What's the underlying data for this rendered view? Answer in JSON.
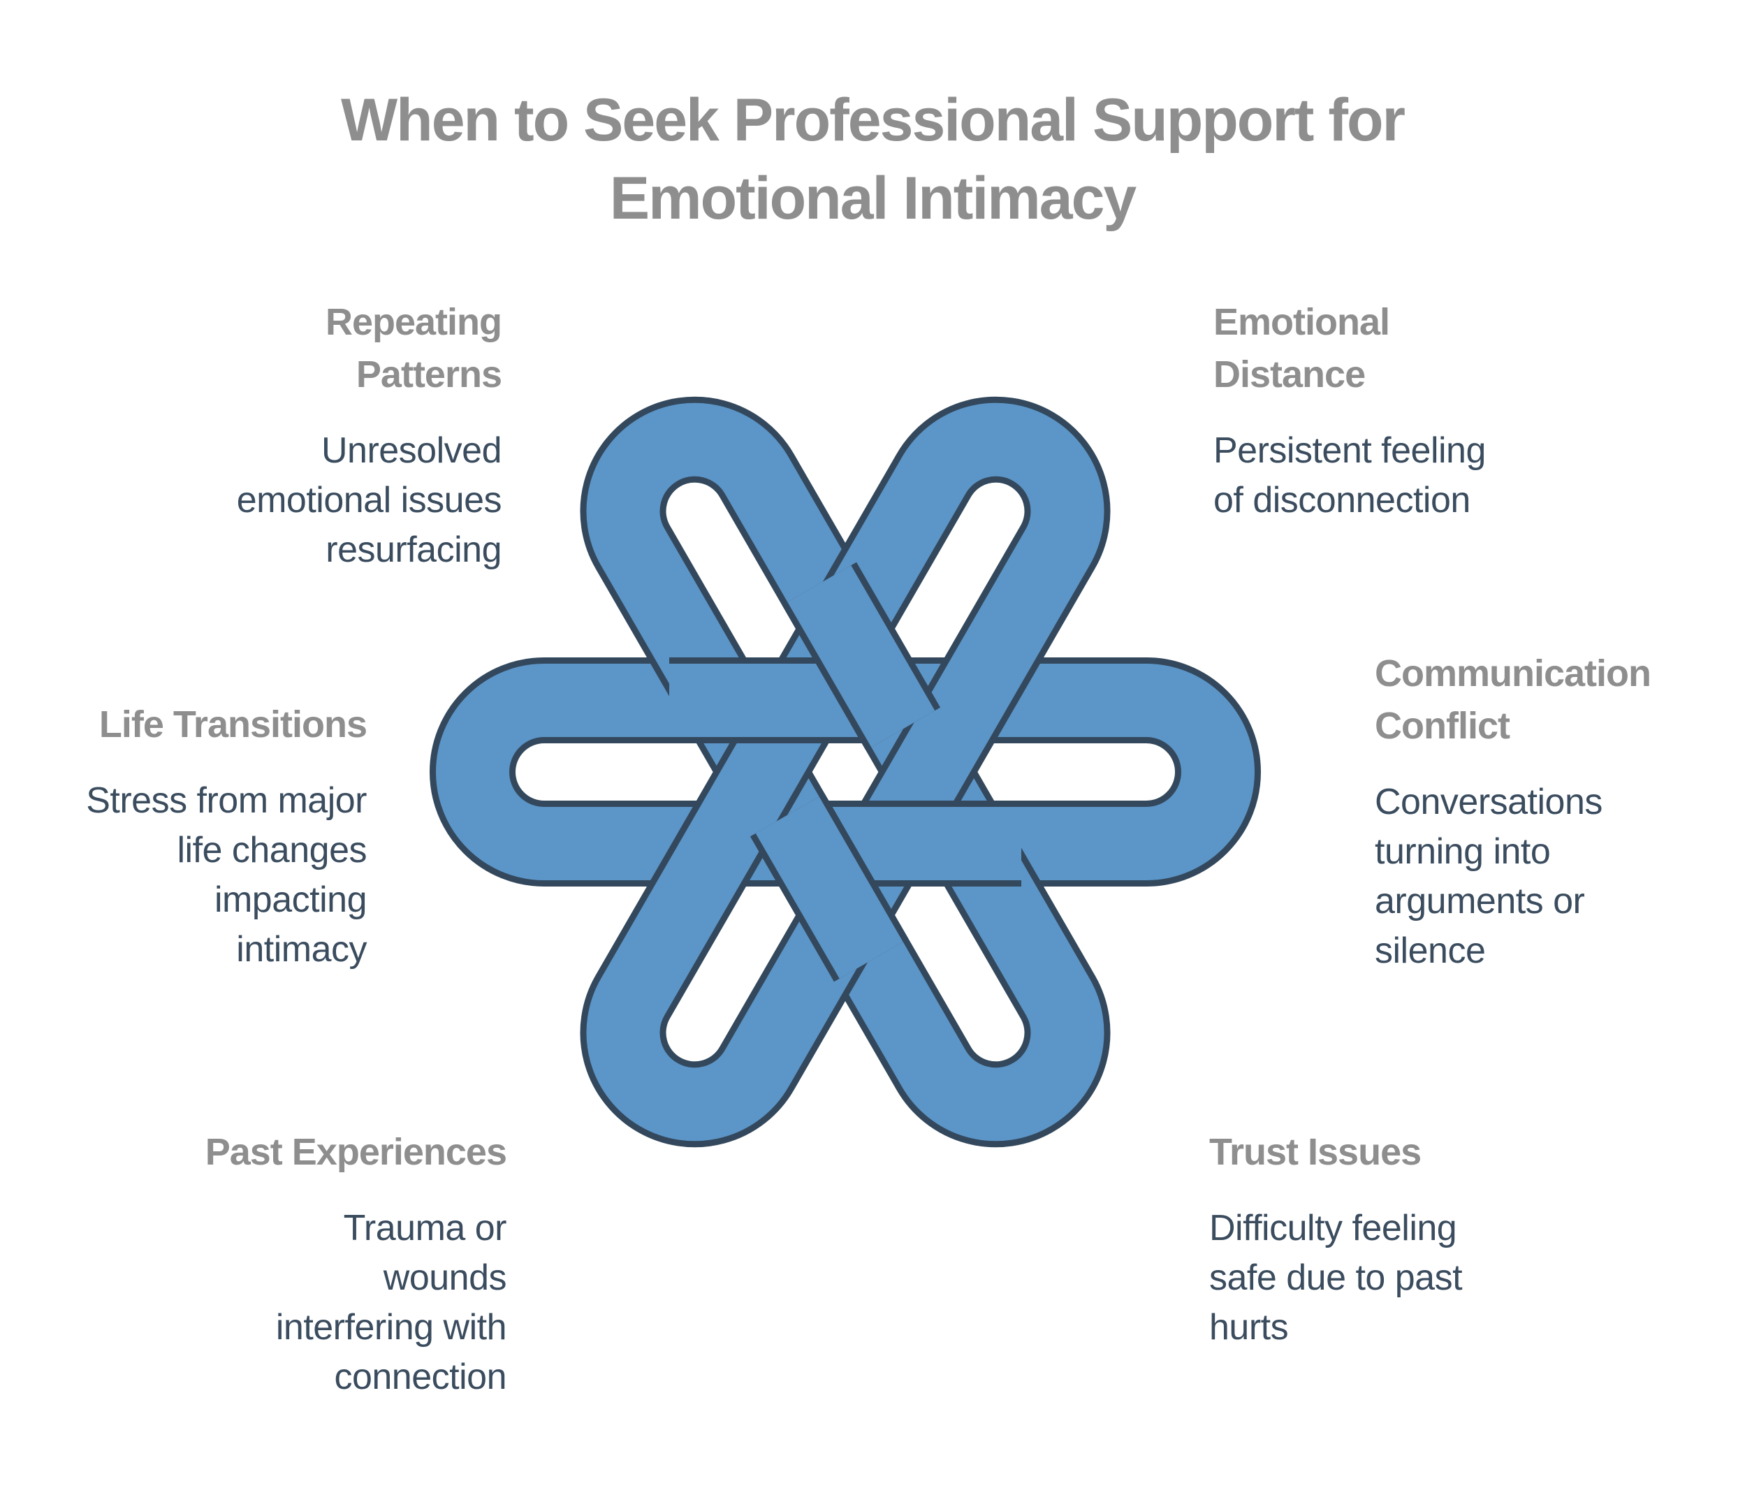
{
  "title": {
    "text": "When to Seek Professional Support for\nEmotional Intimacy"
  },
  "colors": {
    "band_fill": "#5C95C7",
    "band_outline": "#33485C",
    "heading_gray": "#8E8E8E",
    "body_text": "#3A4C5E",
    "background": "#FFFFFF"
  },
  "knot": {
    "description": "six-lobed interlocking loop knot",
    "lobes": 6
  },
  "sections": [
    {
      "id": "repeating-patterns",
      "heading": "Repeating\nPatterns",
      "body": "Unresolved\nemotional issues\nresurfacing"
    },
    {
      "id": "emotional-distance",
      "heading": "Emotional\nDistance",
      "body": "Persistent feeling\nof disconnection"
    },
    {
      "id": "communication-conflict",
      "heading": "Communication\nConflict",
      "body": "Conversations\nturning into\narguments or\nsilence"
    },
    {
      "id": "trust-issues",
      "heading": "Trust Issues",
      "body": "Difficulty feeling\nsafe due to past\nhurts"
    },
    {
      "id": "past-experiences",
      "heading": "Past Experiences",
      "body": "Trauma or\nwounds\ninterfering with\nconnection"
    },
    {
      "id": "life-transitions",
      "heading": "Life Transitions",
      "body": "Stress from major\nlife changes\nimpacting\nintimacy"
    }
  ]
}
